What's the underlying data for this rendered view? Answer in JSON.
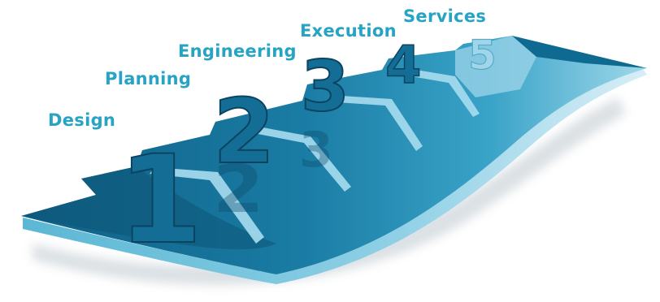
{
  "phases": [
    {
      "step": "1",
      "label": "Design"
    },
    {
      "step": "2",
      "label": "Planning"
    },
    {
      "step": "3",
      "label": "Engineering"
    },
    {
      "step": "4",
      "label": "Execution"
    },
    {
      "step": "5",
      "label": "Services"
    }
  ],
  "colors": {
    "label_text": "#27a3c4",
    "arrow_dark": "#0e5a7e",
    "arrow_mid": "#187aa2",
    "arrow_light": "#4fb6d6",
    "arrow_pale": "#a9dcec",
    "numeral_fill": "#136d95",
    "numeral_stroke": "#0a4462",
    "step5_fill": "#9fd6ea"
  }
}
